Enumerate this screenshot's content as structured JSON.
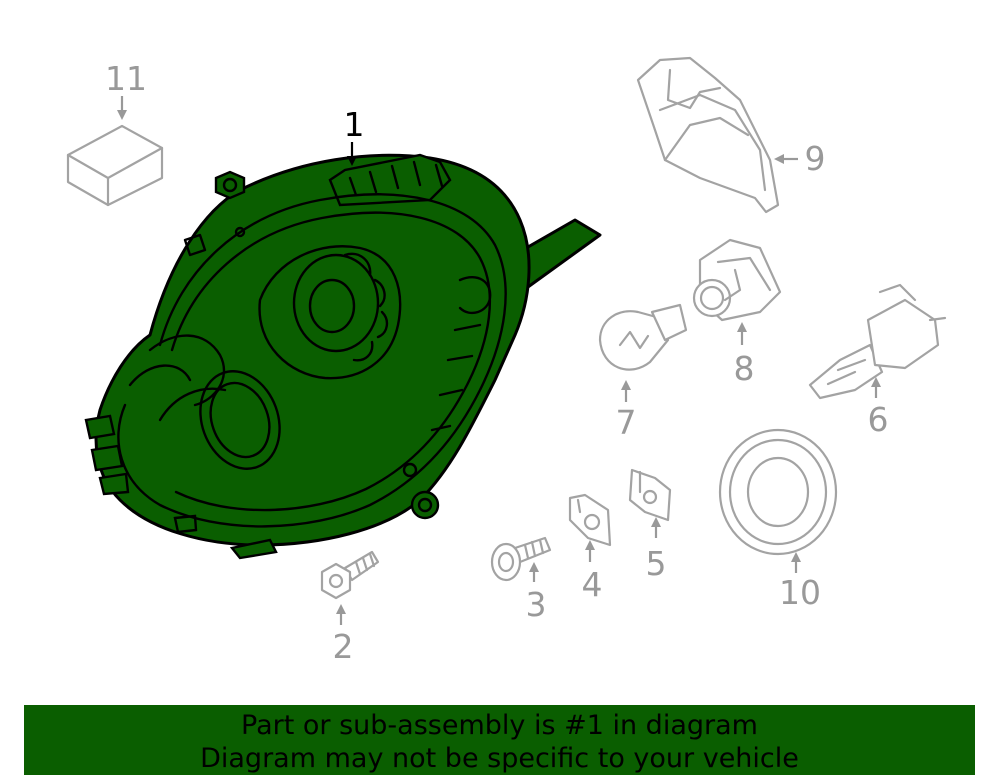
{
  "diagram": {
    "highlight_color": "#0a5e00",
    "callouts": {
      "c1": "1",
      "c2": "2",
      "c3": "3",
      "c4": "4",
      "c5": "5",
      "c6": "6",
      "c7": "7",
      "c8": "8",
      "c9": "9",
      "c10": "10",
      "c11": "11"
    }
  },
  "banner": {
    "line1": "Part or sub-assembly is #1 in diagram",
    "line2": "Diagram may not be specific to your vehicle"
  }
}
